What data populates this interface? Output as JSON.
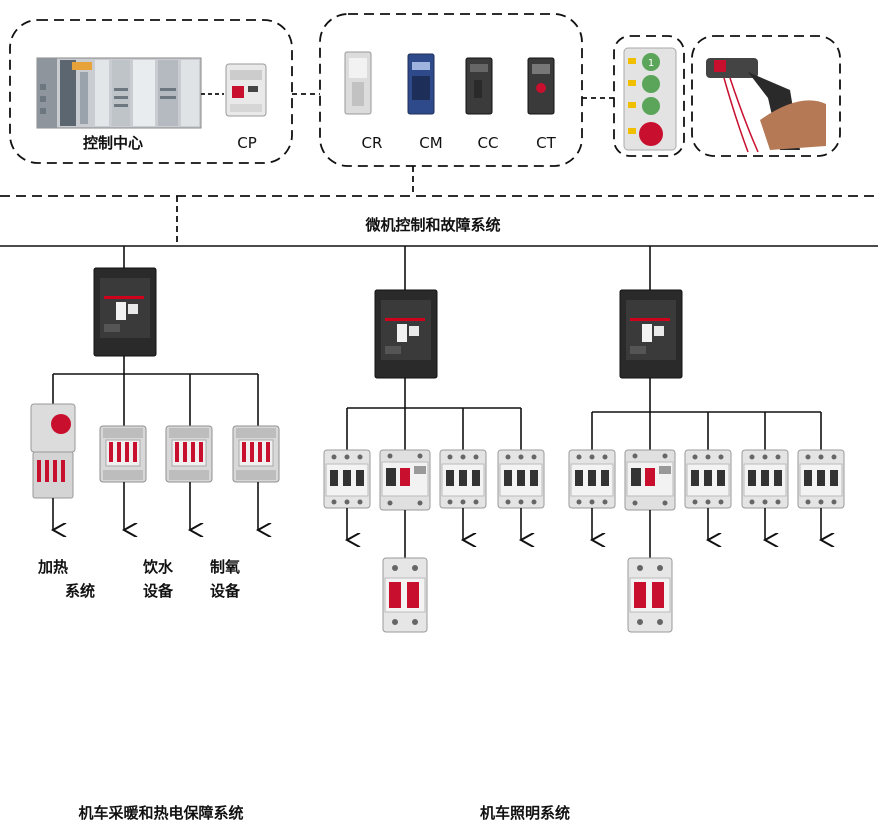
{
  "top_groups": {
    "control_center": {
      "label": "控制中心",
      "cp_label": "CP"
    },
    "relays": {
      "labels": [
        "CR",
        "CM",
        "CC",
        "CT"
      ]
    }
  },
  "bus_label": "微机控制和故障系统",
  "loads": {
    "heating": [
      "加热",
      "系统"
    ],
    "water": [
      "饮水",
      "设备"
    ],
    "oxygen": [
      "制氧",
      "设备"
    ]
  },
  "bottom_labels": {
    "left": "机车采暖和热电保障系统",
    "right": "机车照明系统"
  },
  "colors": {
    "abb_red": "#d0021b",
    "line": "#111111",
    "device_gray": "#cfcfcf"
  }
}
